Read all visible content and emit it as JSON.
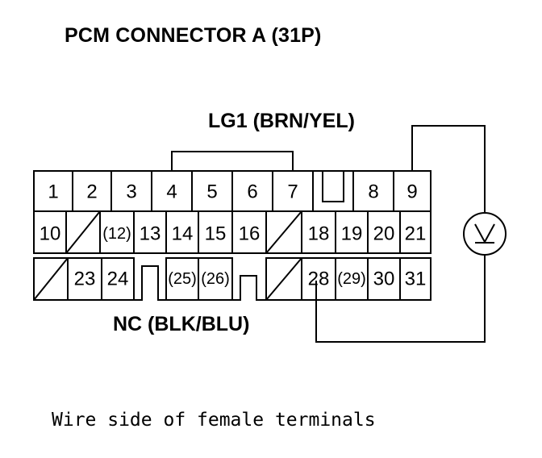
{
  "title": "PCM CONNECTOR A (31P)",
  "labels": {
    "lg1": "LG1 (BRN/YEL)",
    "nc": "NC (BLK/BLU)"
  },
  "caption": "Wire side of female terminals",
  "meter_symbol": "V",
  "connector": {
    "row1": [
      "1",
      "2",
      "3",
      "4",
      "5",
      "6",
      "7",
      "",
      "",
      "8",
      "9"
    ],
    "row2": [
      "10",
      "",
      "(12)",
      "13",
      "14",
      "15",
      "16",
      "",
      "18",
      "19",
      "20",
      "21"
    ],
    "row3": [
      "",
      "23",
      "24",
      "",
      "(25)",
      "(26)",
      "",
      "",
      "28",
      "(29)",
      "30",
      "31"
    ]
  },
  "colors": {
    "ink": "#000000",
    "background": "#ffffff"
  }
}
